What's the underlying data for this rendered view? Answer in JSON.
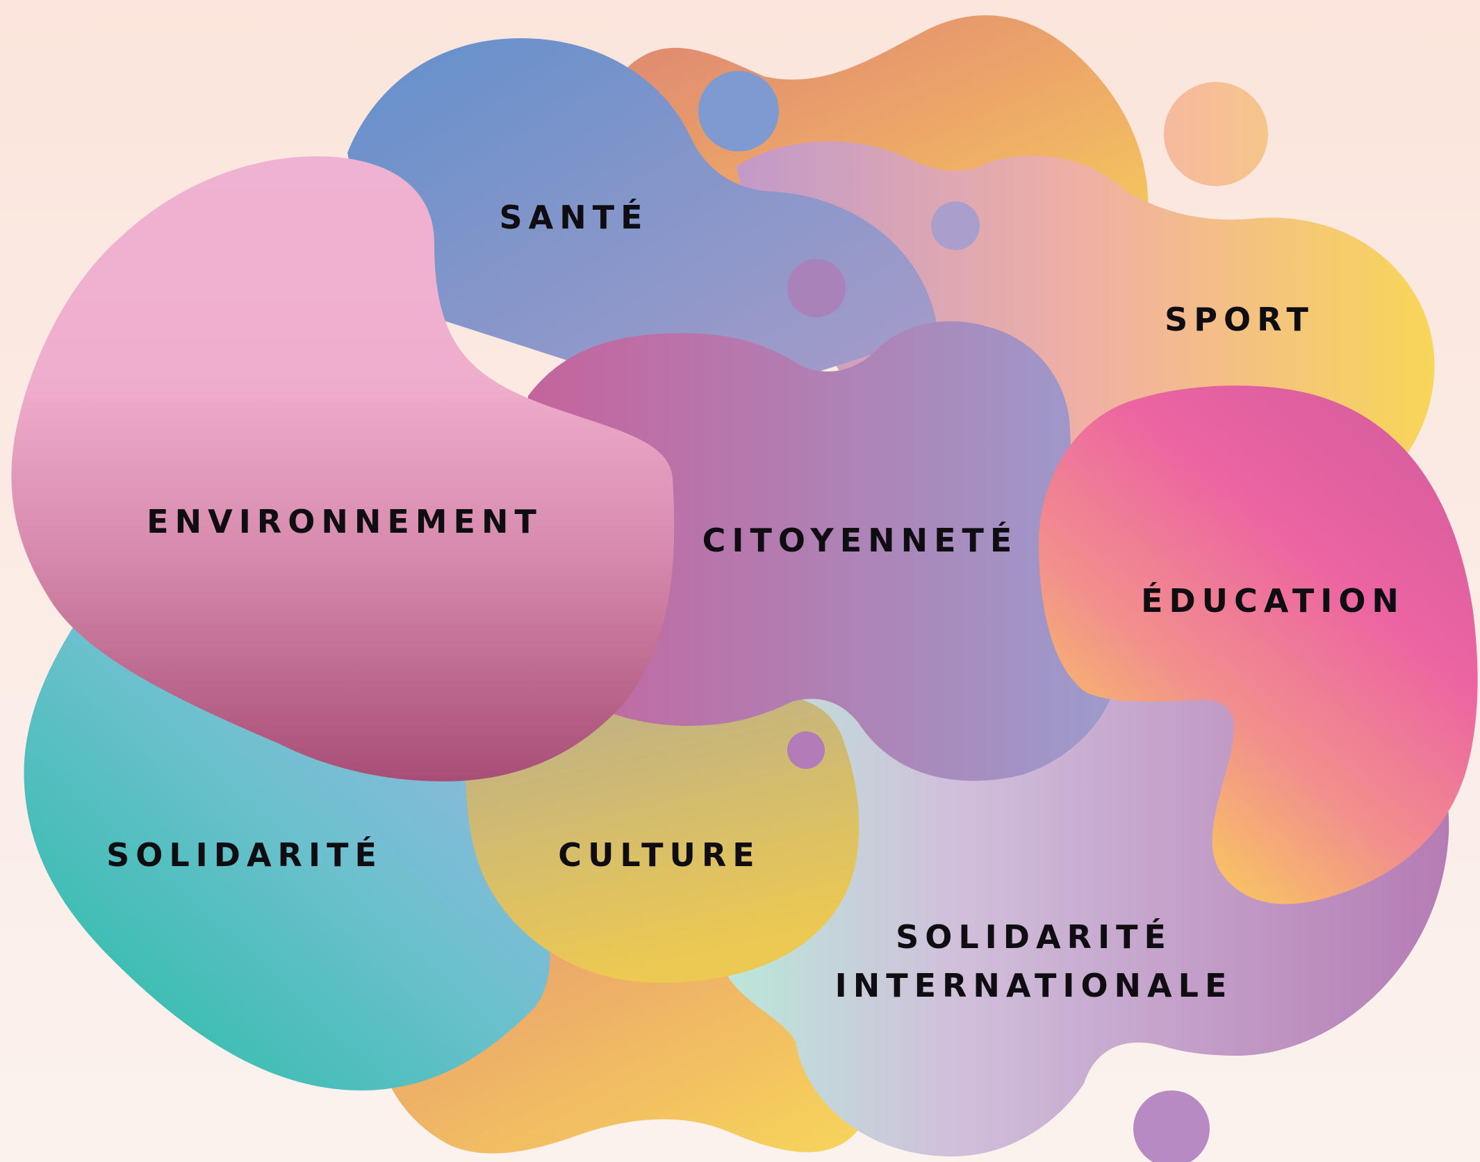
{
  "topics": [
    {
      "id": "sante",
      "label": "SANTÉ"
    },
    {
      "id": "sport",
      "label": "SPORT"
    },
    {
      "id": "environnement",
      "label": "ENVIRONNEMENT"
    },
    {
      "id": "citoyennete",
      "label": "CITOYENNETÉ"
    },
    {
      "id": "education",
      "label": "ÉDUCATION"
    },
    {
      "id": "solidarite",
      "label": "SOLIDARITÉ"
    },
    {
      "id": "culture",
      "label": "CULTURE"
    },
    {
      "id": "solidarite_internationale",
      "label_line1": "SOLIDARITÉ",
      "label_line2": "INTERNATIONALE"
    }
  ],
  "colors": {
    "background": "#fbe5dc",
    "text": "#0f0d12",
    "blue": "#6a92cc",
    "pink": "#f0b0d0",
    "mauve": "#b87aa8",
    "orange": "#e8a06a",
    "yellow": "#f6d45e",
    "teal": "#2fbfa8",
    "magenta": "#e660a0"
  }
}
